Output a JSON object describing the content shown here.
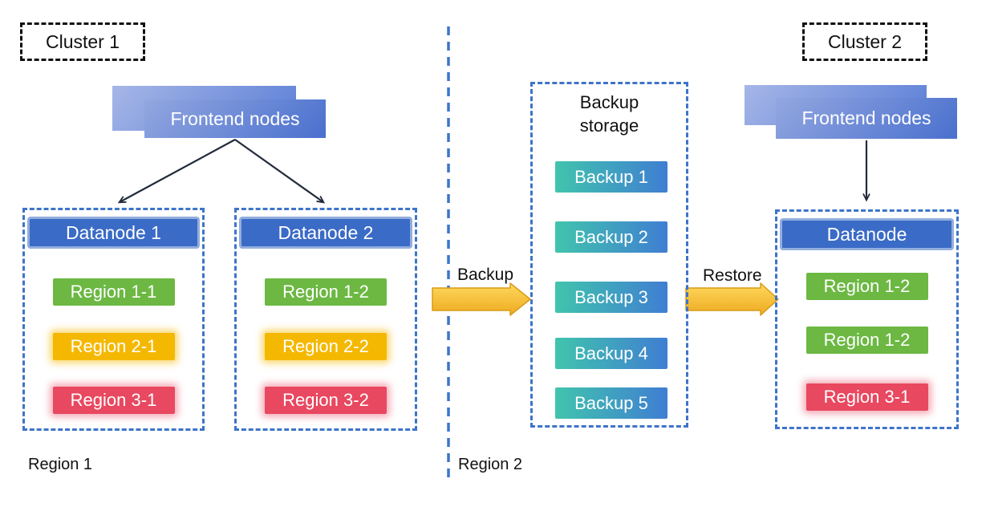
{
  "clusters": {
    "cluster1": {
      "label": "Cluster 1",
      "frontend_label": "Frontend nodes",
      "datanodes": [
        {
          "title": "Datanode 1",
          "regions": [
            {
              "label": "Region 1-1",
              "color": "green"
            },
            {
              "label": "Region 2-1",
              "color": "yellow"
            },
            {
              "label": "Region 3-1",
              "color": "red"
            }
          ]
        },
        {
          "title": "Datanode 2",
          "regions": [
            {
              "label": "Region 1-2",
              "color": "green"
            },
            {
              "label": "Region 2-2",
              "color": "yellow"
            },
            {
              "label": "Region 3-2",
              "color": "red"
            }
          ]
        }
      ],
      "region_label": "Region 1"
    },
    "cluster2": {
      "label": "Cluster 2",
      "frontend_label": "Frontend nodes",
      "datanodes": [
        {
          "title": "Datanode",
          "regions": [
            {
              "label": "Region 1-2",
              "color": "green"
            },
            {
              "label": "Region 1-2",
              "color": "green"
            },
            {
              "label": "Region 3-1",
              "color": "red"
            }
          ]
        }
      ],
      "region_label": "Region 2"
    }
  },
  "backup_storage": {
    "title": "Backup storage",
    "items": [
      {
        "label": "Backup 1"
      },
      {
        "label": "Backup 2"
      },
      {
        "label": "Backup 3"
      },
      {
        "label": "Backup 4"
      },
      {
        "label": "Backup 5"
      }
    ]
  },
  "flows": {
    "backup_label": "Backup",
    "restore_label": "Restore"
  },
  "colors": {
    "container_border": "#3e74c9",
    "datanode_header_fill": "#3a6bc6",
    "datanode_header_border": "#93aede",
    "frontend_gradient_start": "#93a7e0",
    "frontend_gradient_end": "#4a70ce",
    "region_green": "#6cb843",
    "region_yellow": "#f5b800",
    "region_red": "#e84860",
    "backup_gradient_start": "#41c4ad",
    "backup_gradient_end": "#3f7ed2",
    "flow_arrow_gold": "#f5b32b",
    "divider_blue": "#3e74c9"
  }
}
